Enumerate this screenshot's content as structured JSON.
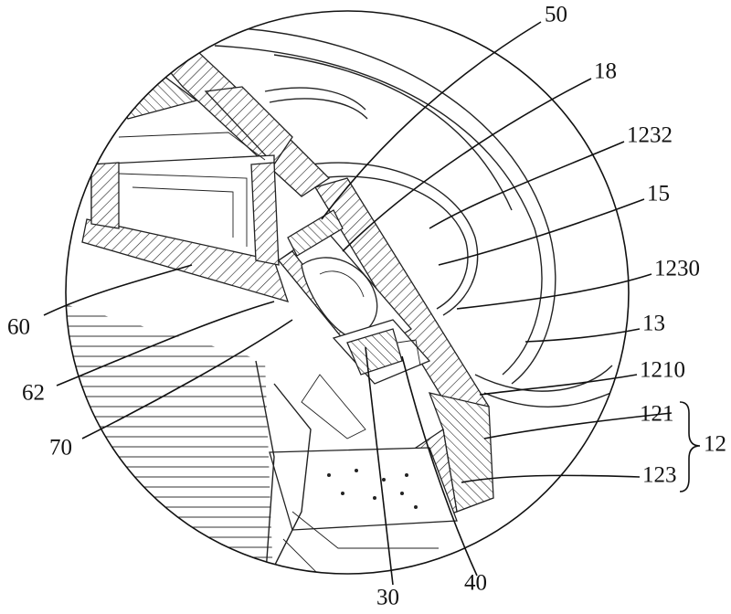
{
  "labels": {
    "l50": "50",
    "l18": "18",
    "l1232": "1232",
    "l15": "15",
    "l1230": "1230",
    "l13": "13",
    "l1210": "1210",
    "l121": "121",
    "l12": "12",
    "l123": "123",
    "l60": "60",
    "l62": "62",
    "l70": "70",
    "l30": "30",
    "l40": "40"
  }
}
